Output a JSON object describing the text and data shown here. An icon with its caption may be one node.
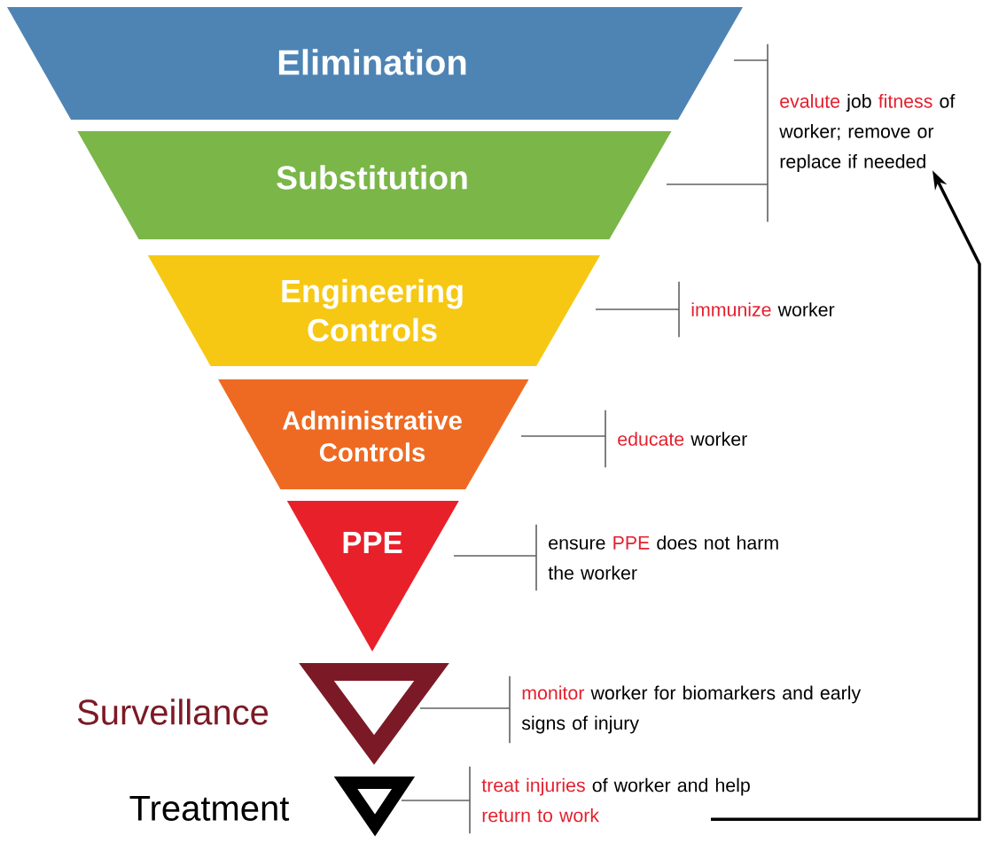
{
  "diagram": {
    "nodes": [
      {
        "text": [
          "Elimination"
        ]
      },
      {
        "text": [
          "Substitution"
        ]
      },
      {
        "text": [
          "Engineering Controls"
        ]
      },
      {
        "text": [
          "Administrative Controls"
        ]
      },
      {
        "text": [
          "PPE"
        ]
      },
      {
        "text": [
          "Surveillance"
        ]
      },
      {
        "text": [
          "Treatment"
        ]
      },
      {
        "text": [
          "**evalute** job **fitness** of worker; remove or replace if needed"
        ]
      },
      {
        "text": [
          "**immunize** worker"
        ]
      },
      {
        "text": [
          "**educate** worker"
        ]
      },
      {
        "text": [
          "ensure **PPE** does not harm the worker"
        ]
      },
      {
        "text": [
          "**monitor** worker for biomarkers and early signs of injury"
        ]
      },
      {
        "text": [
          "**treat injuries** of worker and help **return to work**"
        ]
      }
    ],
    "edges": [
      {
        "from": 0,
        "to": 7,
        "arrow": "none"
      },
      {
        "from": 1,
        "to": 7,
        "arrow": "none"
      },
      {
        "from": 2,
        "to": 8,
        "arrow": "none"
      },
      {
        "from": 3,
        "to": 9,
        "arrow": "none"
      },
      {
        "from": 4,
        "to": 10,
        "arrow": "none"
      },
      {
        "from": 5,
        "to": 11,
        "arrow": "none"
      },
      {
        "from": 6,
        "to": 12,
        "arrow": "none"
      },
      {
        "from": 12,
        "to": 7,
        "arrow": "to",
        "style": "thick",
        "color": "#000000"
      }
    ]
  }
}
